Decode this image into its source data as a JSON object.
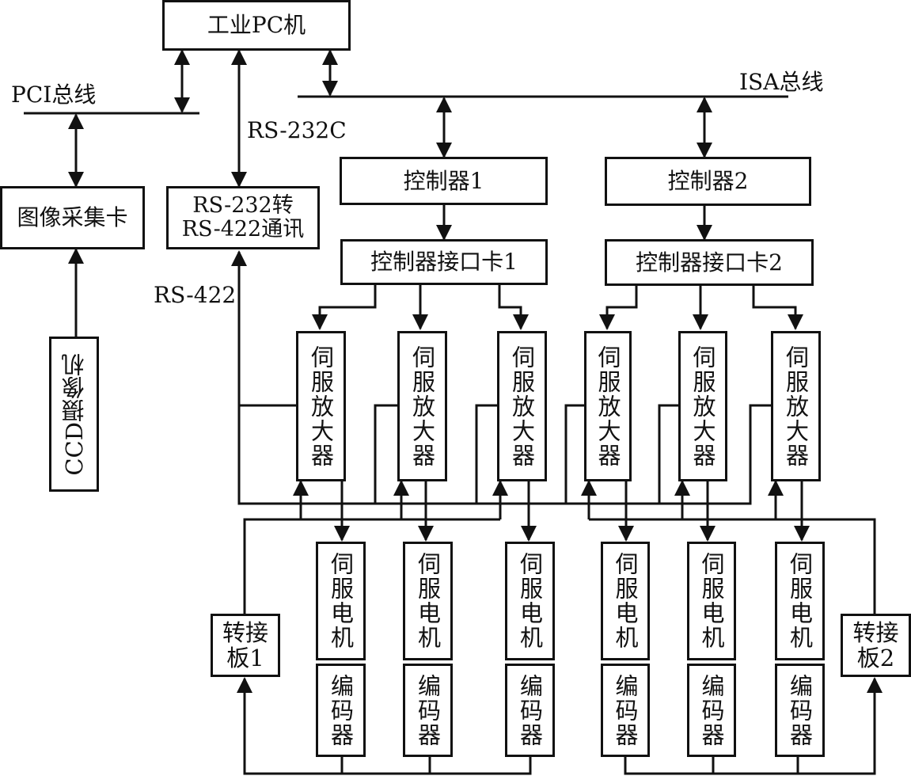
{
  "title": "工业PC机控制系统结构框图",
  "nodes": {
    "pc": "工业PC机",
    "image_card": "图像采集卡",
    "ccd": "CCD摄像机",
    "rs_converter_line1": "RS-232转",
    "rs_converter_line2": "RS-422通讯",
    "controller1": "控制器1",
    "controller2": "控制器2",
    "interface1": "控制器接口卡1",
    "interface2": "控制器接口卡2",
    "amplifier": "伺服放大器",
    "motor": "伺服电机",
    "encoder": "编码器",
    "adapter1_line1": "转接",
    "adapter1_line2": "板1",
    "adapter2_line1": "转接",
    "adapter2_line2": "板2"
  },
  "labels": {
    "pci_bus": "PCI总线",
    "isa_bus": "ISA总线",
    "rs232c": "RS-232C",
    "rs422": "RS-422"
  },
  "amplifiers": [
    "伺服放大器",
    "伺服放大器",
    "伺服放大器",
    "伺服放大器",
    "伺服放大器",
    "伺服放大器"
  ],
  "motors": [
    "伺服电机",
    "伺服电机",
    "伺服电机",
    "伺服电机",
    "伺服电机",
    "伺服电机"
  ],
  "encoders": [
    "编码器",
    "编码器",
    "编码器",
    "编码器",
    "编码器",
    "编码器"
  ],
  "edges": [
    {
      "from": "工业PC机",
      "to": "PCI总线",
      "type": "bidirectional"
    },
    {
      "from": "工业PC机",
      "to": "RS-232转RS-422通讯",
      "type": "bidirectional",
      "label": "RS-232C"
    },
    {
      "from": "工业PC机",
      "to": "ISA总线",
      "type": "bidirectional"
    },
    {
      "from": "PCI总线",
      "to": "图像采集卡",
      "type": "bidirectional"
    },
    {
      "from": "CCD摄像机",
      "to": "图像采集卡",
      "type": "directed"
    },
    {
      "from": "ISA总线",
      "to": "控制器1",
      "type": "bidirectional"
    },
    {
      "from": "ISA总线",
      "to": "控制器2",
      "type": "bidirectional"
    },
    {
      "from": "控制器1",
      "to": "控制器接口卡1",
      "type": "directed"
    },
    {
      "from": "控制器2",
      "to": "控制器接口卡2",
      "type": "directed"
    },
    {
      "from": "控制器接口卡1",
      "to": "伺服放大器 1-3",
      "type": "directed"
    },
    {
      "from": "控制器接口卡2",
      "to": "伺服放大器 4-6",
      "type": "directed"
    },
    {
      "from": "伺服放大器",
      "to": "RS-232转RS-422通讯",
      "type": "directed",
      "label": "RS-422"
    },
    {
      "from": "伺服放大器",
      "to": "伺服电机",
      "type": "directed"
    },
    {
      "from": "编码器",
      "to": "转接板1 / 转接板2",
      "type": "directed"
    },
    {
      "from": "转接板1 / 转接板2",
      "to": "伺服放大器",
      "type": "directed"
    }
  ]
}
